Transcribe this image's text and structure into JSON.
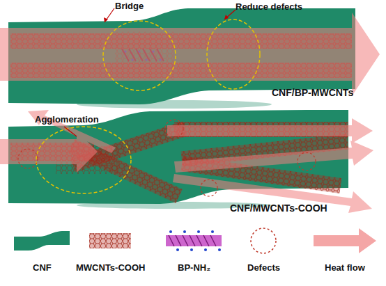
{
  "diagram": {
    "labels": [
      "Bridge",
      "Reduce defects",
      "CNF/BP-MWCNTs",
      "Agglomeration",
      "CNF/MWCNTs-COOH"
    ],
    "legend": [
      {
        "text": "CNF",
        "color": "#1f8a68"
      },
      {
        "text": "MWCNTs-COOH"
      },
      {
        "text": "BP-NH₂"
      },
      {
        "text": "Defects"
      },
      {
        "text": "Heat flow"
      }
    ]
  }
}
